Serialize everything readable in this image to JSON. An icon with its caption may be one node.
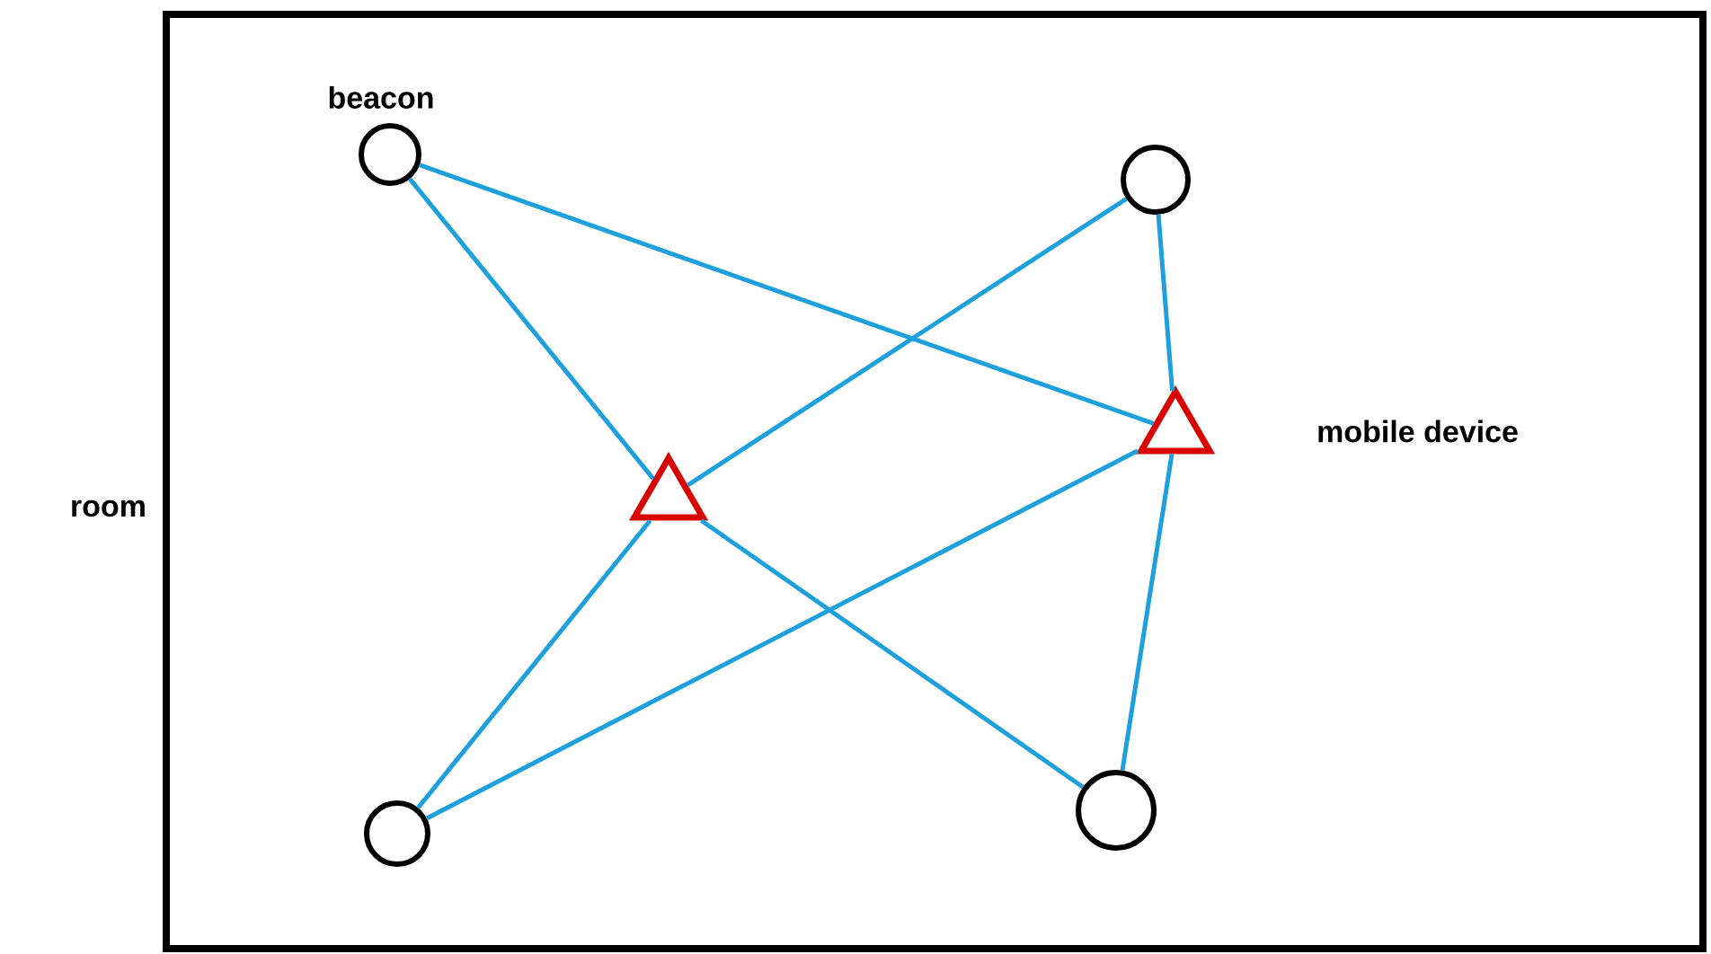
{
  "diagram": {
    "nodes": [
      {
        "text": [
          "room"
        ]
      },
      {
        "text": [
          "beacon"
        ],
        "in": 0
      },
      {
        "text": [],
        "shape": "circle",
        "in": 0
      },
      {
        "text": [
          "mobile device"
        ],
        "in": 0
      },
      {
        "text": [],
        "shape": "triangle",
        "in": 0
      },
      {
        "text": [],
        "shape": "circle",
        "in": 0
      },
      {
        "text": [],
        "shape": "circle",
        "in": 0
      }
    ],
    "edges": [
      {
        "from": 1,
        "to": 4,
        "arrow": "none"
      },
      {
        "from": 1,
        "to": 3,
        "arrow": "none"
      },
      {
        "from": 2,
        "to": 4,
        "arrow": "none"
      },
      {
        "from": 2,
        "to": 3,
        "arrow": "none"
      },
      {
        "from": 5,
        "to": 4,
        "arrow": "none"
      },
      {
        "from": 5,
        "to": 3,
        "arrow": "none"
      },
      {
        "from": 6,
        "to": 4,
        "arrow": "none"
      },
      {
        "from": 6,
        "to": 3,
        "arrow": "none"
      }
    ]
  }
}
